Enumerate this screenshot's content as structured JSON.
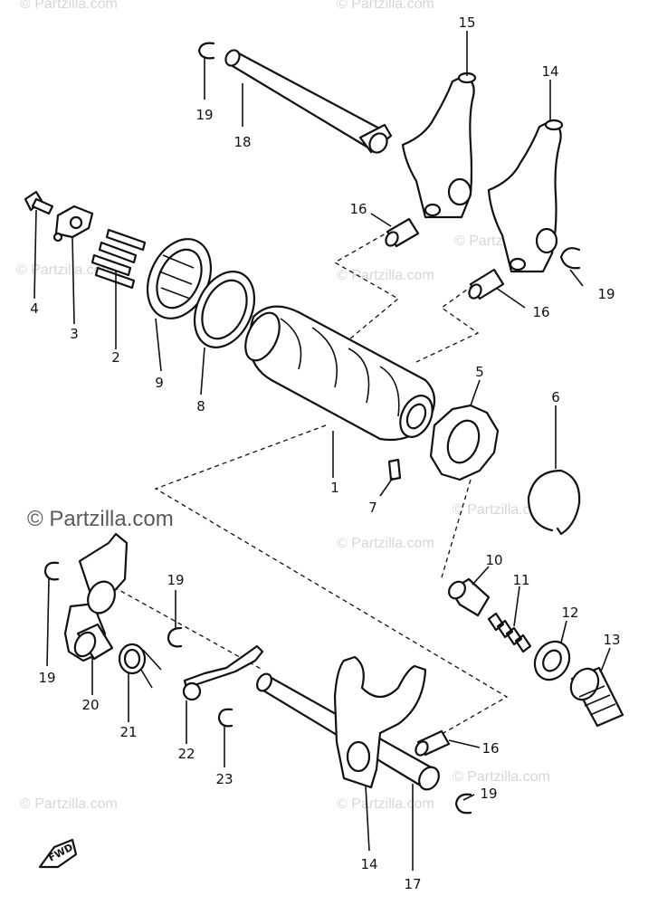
{
  "watermarks": {
    "w1": "© Partzilla.com",
    "w2": "© Partzilla.com",
    "w3": "© Partzilla.com",
    "w4": "© Partzilla.com",
    "w5": "© Partzilla.com",
    "w6": "© Partzilla.com",
    "w7": "© Partzilla.com",
    "w8": "© Partzilla.com",
    "w9": "© Partzilla.com",
    "w10": "© Partzilla.com",
    "center": "© Partzilla.com"
  },
  "part_numbers": {
    "p1": "1",
    "p2": "2",
    "p3": "3",
    "p4": "4",
    "p5": "5",
    "p6": "6",
    "p7": "7",
    "p8": "8",
    "p9": "9",
    "p10": "10",
    "p11": "11",
    "p12": "12",
    "p13": "13",
    "p14a": "14",
    "p14b": "14",
    "p15": "15",
    "p16a": "16",
    "p16b": "16",
    "p16c": "16",
    "p17": "17",
    "p18": "18",
    "p19a": "19",
    "p19b": "19",
    "p19c": "19",
    "p19d": "19",
    "p19e": "19",
    "p20": "20",
    "p21": "21",
    "p22": "22",
    "p23": "23"
  },
  "fwd_label": "FWD"
}
